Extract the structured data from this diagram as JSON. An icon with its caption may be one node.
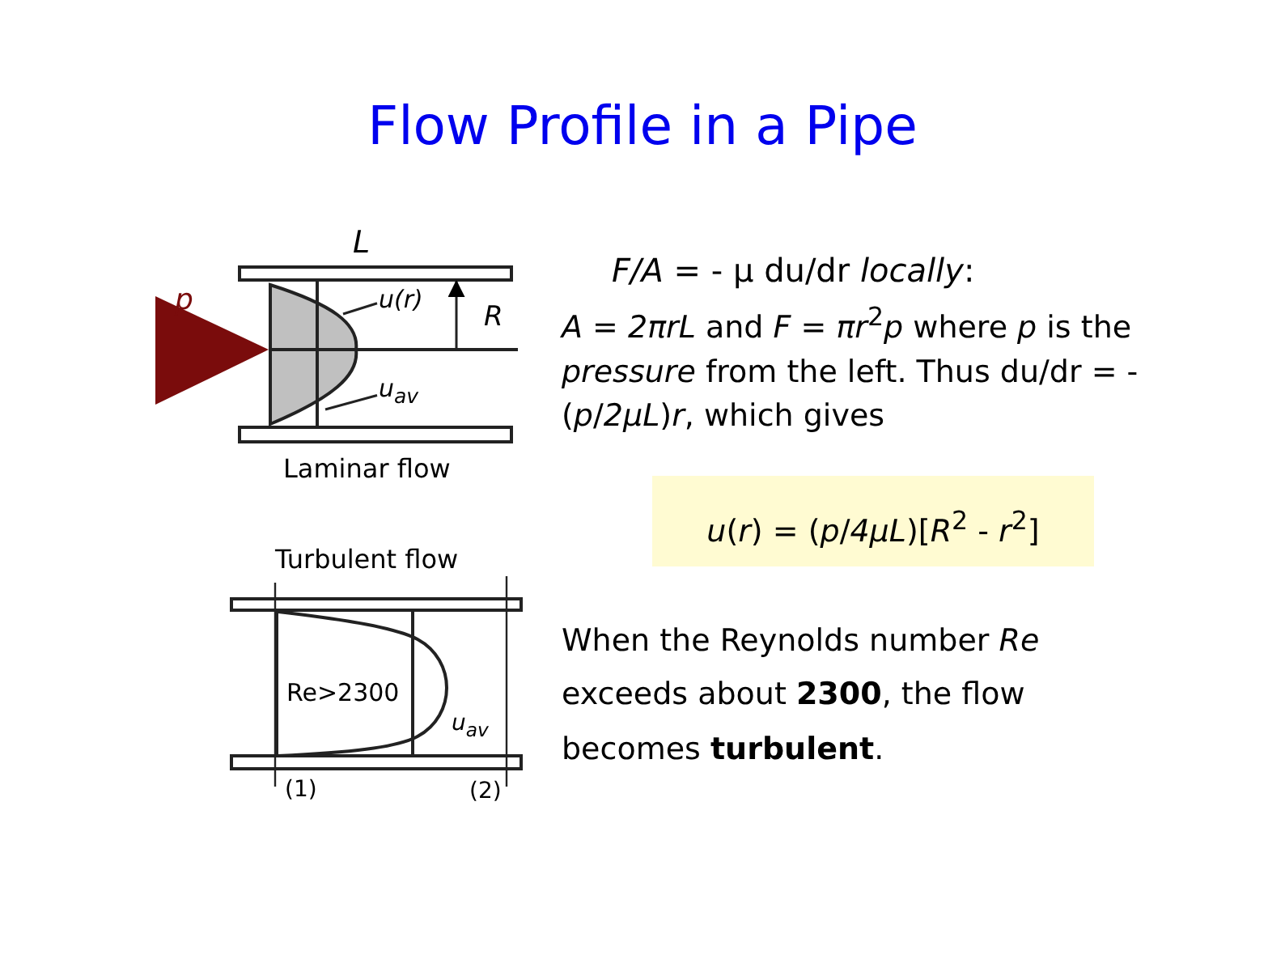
{
  "diagram": {
    "title": "Flow Profile in a Pipe",
    "nodes": [
      {
        "text": [
          "u(r)"
        ]
      },
      {
        "text": [
          "u$_{av}$"
        ]
      }
    ],
    "edges": [
      {
        "from": 0,
        "to": null,
        "arrow": "none"
      },
      {
        "from": 1,
        "to": null,
        "arrow": "none"
      }
    ],
    "labels": [
      "L",
      "p",
      "R",
      "Laminar flow",
      "Turbulent flow",
      "Re>2300",
      "u$_{av}$",
      "(1)",
      "(2)",
      "*F/A* = - μ du/dr *locally*:",
      "*A* = *2πrL* and *F* = *πr*$^{2}$*p* where *p* is the *pressure* from the left. Thus du/dr = - (*p*/*2μL*)*r*, which gives",
      "*u*(*r*) = (*p*/*4μL*)[*R*$^{2}$ - *r*$^{2}$]",
      "When the Reynolds number *Re* exceeds about **2300**, the flow becomes **turbulent**."
    ]
  }
}
